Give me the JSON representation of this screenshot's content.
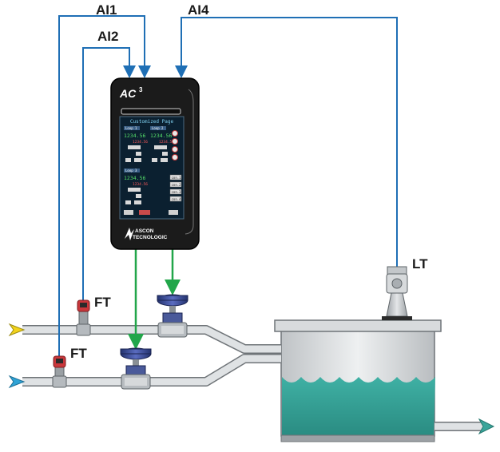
{
  "signals": {
    "ai1": "AI1",
    "ai2": "AI2",
    "ai4": "AI4"
  },
  "instruments": {
    "ft_upper": "FT",
    "ft_lower": "FT",
    "lt": "LT"
  },
  "controller": {
    "model": "AC",
    "model_sup": "3",
    "brand_line1": "ASCON",
    "brand_line2": "TECNOLOGIC",
    "screen": {
      "title": "Customized Page",
      "loop1": {
        "label": "Loop 1",
        "pv": "1234.56",
        "sp": "1234.56"
      },
      "loop2": {
        "label": "Loop 2",
        "pv": "1234.56",
        "sp": "1234.56"
      },
      "loop3": {
        "label": "Loop 3",
        "pv": "1234.56",
        "sp": "1234.56"
      },
      "con_buttons": [
        "con.1",
        "con.2",
        "con.3",
        "con.4"
      ]
    }
  },
  "colors": {
    "signal_blue": "#1f6fb5",
    "output_green": "#22a64a",
    "controller_body": "#1b1b1b",
    "screen_bg": "#0b2030",
    "pipe": "#c8cbce",
    "tank_liquid": "#3aa59a",
    "valve_actuator": "#3c4f9c",
    "flow_in_upper": "#f2d21b",
    "flow_in_lower": "#2fa3d6"
  }
}
